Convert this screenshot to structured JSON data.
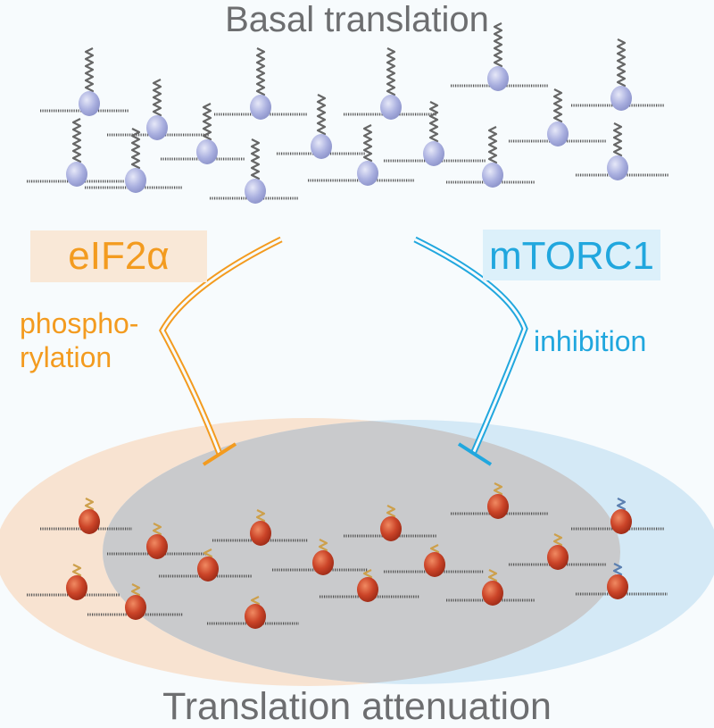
{
  "titles": {
    "top": "Basal translation",
    "bottom": "Translation attenuation"
  },
  "pathways": {
    "left": {
      "name": "eIF2α",
      "action_line1": "phospho-",
      "action_line2": "rylation",
      "color": "#f39b1f",
      "box_color": "#f9e8d7"
    },
    "right": {
      "name": "mTORC1",
      "action": "inhibition",
      "color": "#21a7de",
      "box_color": "#dcf0fa"
    }
  },
  "colors": {
    "title_text": "#6d6e70",
    "ribosome_basal": "#aab0df",
    "ribosome_attenuated": "#c8442a",
    "mrna": "#555555",
    "peptide_basal": "#666666",
    "peptide_attenuated": "#cda04b",
    "peptide_attenuated_alt": "#5b7fb0",
    "ellipse_left": "#f8e0cb",
    "ellipse_right": "#cfe6f6",
    "ellipse_overlap": "#c9cbcd"
  },
  "icons": {
    "basal_ribosome": "ribosome-icon",
    "attenuated_ribosome": "stalled-ribosome-icon",
    "mrna": "mrna-strand-icon",
    "inhibition": "inhibition-arrow-icon"
  }
}
